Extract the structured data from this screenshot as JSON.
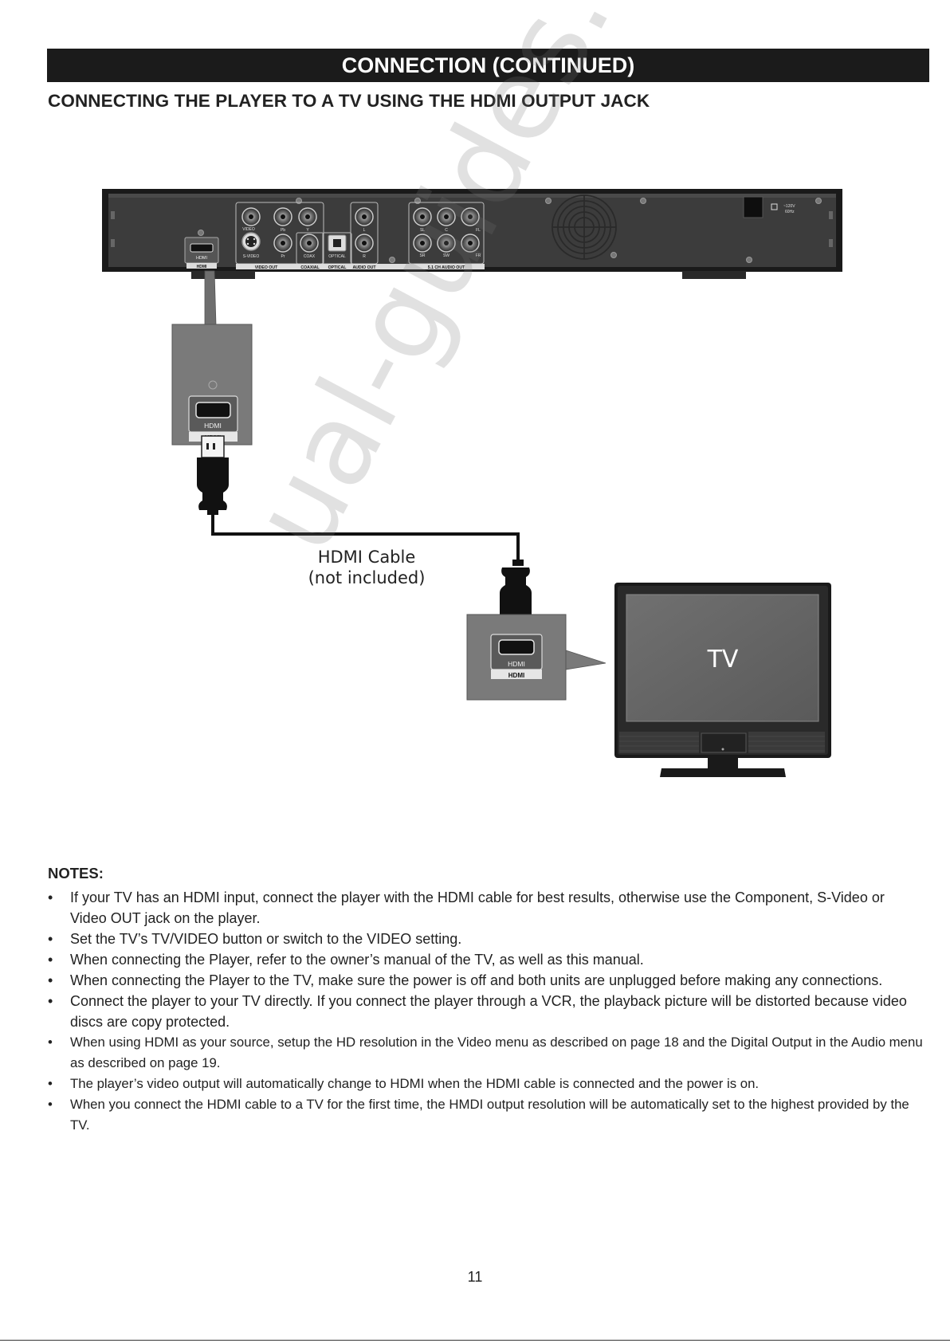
{
  "header": {
    "title": "CONNECTION (CONTINUED)",
    "subtitle": "CONNECTING THE PLAYER TO A TV USING THE HDMI OUTPUT JACK"
  },
  "diagram": {
    "player_labels": {
      "hdmi": "HDMI",
      "video_out": "VIDEO OUT",
      "coaxial": "COAXIAL",
      "optical": "OPTICAL",
      "audio_out": "AUDIO OUT",
      "ch_audio_out": "5.1 CH AUDIO OUT",
      "video": "VIDEO",
      "s_video": "S-VIDEO",
      "pb": "Pb",
      "pr": "Pr",
      "y": "Y",
      "coax": "COAX",
      "optical_small": "OPTICAL",
      "l": "L",
      "r": "R",
      "sl": "SL",
      "c": "C",
      "fl": "FL",
      "sr": "SR",
      "sw": "SW",
      "fr": "FR",
      "power_line1": "~120V",
      "power_line2": "60Hz"
    },
    "jack_label": "HDMI",
    "jack_tab": "HDMI",
    "cable_line1": "HDMI Cable",
    "cable_line2": "(not included)",
    "tv_label": "TV",
    "watermark": "ual-guides.com"
  },
  "notes": {
    "heading": "NOTES:",
    "items": [
      "If your TV has an HDMI input, connect the player with the HDMI cable for best results, otherwise use the Component, S-Video or Video OUT jack on the player.",
      "Set the TV’s TV/VIDEO button or switch to the VIDEO setting.",
      "When connecting the Player, refer to the owner’s manual of the TV, as well as this manual.",
      "When connecting the Player to the TV, make sure the power is off and both units are unplugged before making any connections.",
      "Connect the player to your TV directly. If you connect the player through a VCR, the playback picture will be distorted because video discs are copy protected.",
      "When using HDMI as your source, setup the HD resolution in the Video menu as described on page 18 and the Digital Output in the Audio menu as described on page 19.",
      "The player’s video output will automatically change to HDMI when the HDMI cable is connected and the power is on.",
      "When you connect the HDMI cable to a TV for the first time, the HMDI output resolution will be automatically set to the highest provided by the TV."
    ]
  },
  "page_number": "11"
}
